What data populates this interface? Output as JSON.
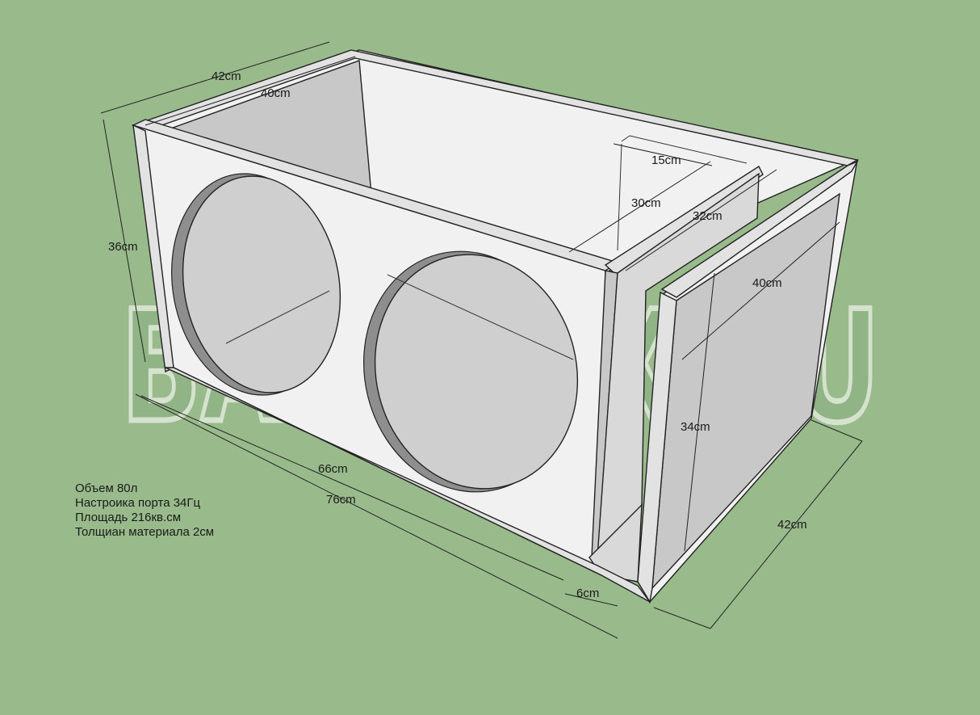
{
  "watermark": "BASSBOX.RU",
  "dimensions": {
    "outer_depth_top": "42cm",
    "inner_depth_top": "40cm",
    "height": "36cm",
    "inner_length": "66cm",
    "outer_length": "76cm",
    "port_width": "6cm",
    "outer_depth_side": "42cm",
    "port_top_width": "15cm",
    "port_length": "30cm",
    "port_length_2": "32cm",
    "side_inner_depth": "40cm",
    "side_inner_height": "34cm"
  },
  "specs": {
    "volume": "Объем 80л",
    "tuning": "Настроика порта 34Гц",
    "area": "Площадь 216кв.см",
    "thickness": "Толщиан материала 2см"
  },
  "colors": {
    "background": "#99bb8c",
    "panel": "#f1f1f1",
    "watermark": "#8fb284"
  }
}
